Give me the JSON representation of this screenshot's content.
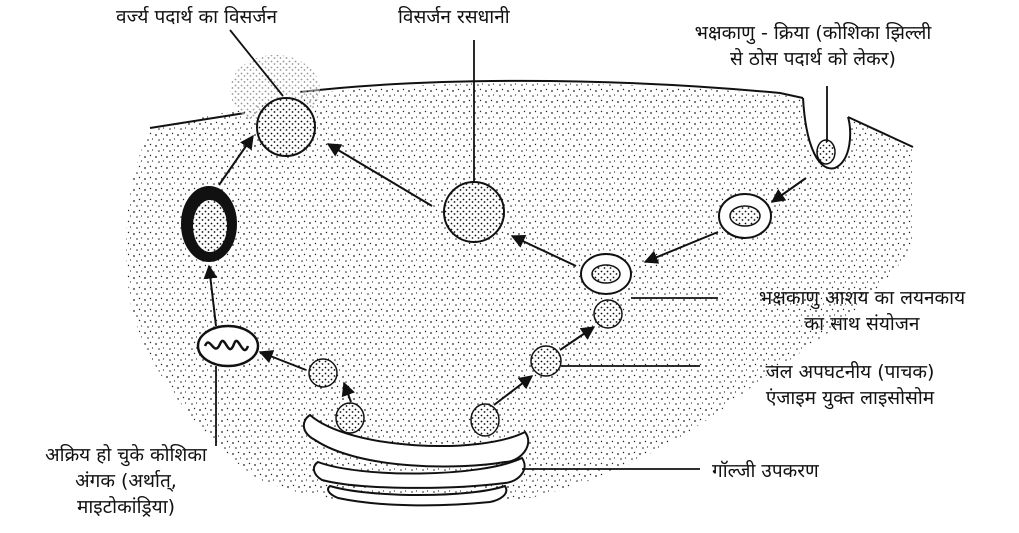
{
  "labels": {
    "waste_excretion": "वर्ज्य पदार्थ का विसर्जन",
    "excretory_vacuole": "विसर्जन रसधानी",
    "phagocytosis_line1": "भक्षकाणु - क्रिया (कोशिका झिल्ली",
    "phagocytosis_line2": "से ठोस पदार्थ को लेकर)",
    "fusion_line1": "भक्षकाणु आशय का लयनकाय",
    "fusion_line2": "का साथ संयोजन",
    "lysosome_line1": "जल अपघटनीय (पाचक)",
    "lysosome_line2": "एंजाइम युक्त लाइसोसोम",
    "golgi": "गॉल्जी उपकरण",
    "organelle_line1": "अक्रिय हो चुके कोशिका",
    "organelle_line2": "अंगक (अर्थात्,",
    "organelle_line3": "माइटोकांड्रिया)"
  },
  "colors": {
    "ink": "#111111",
    "background": "#ffffff"
  }
}
